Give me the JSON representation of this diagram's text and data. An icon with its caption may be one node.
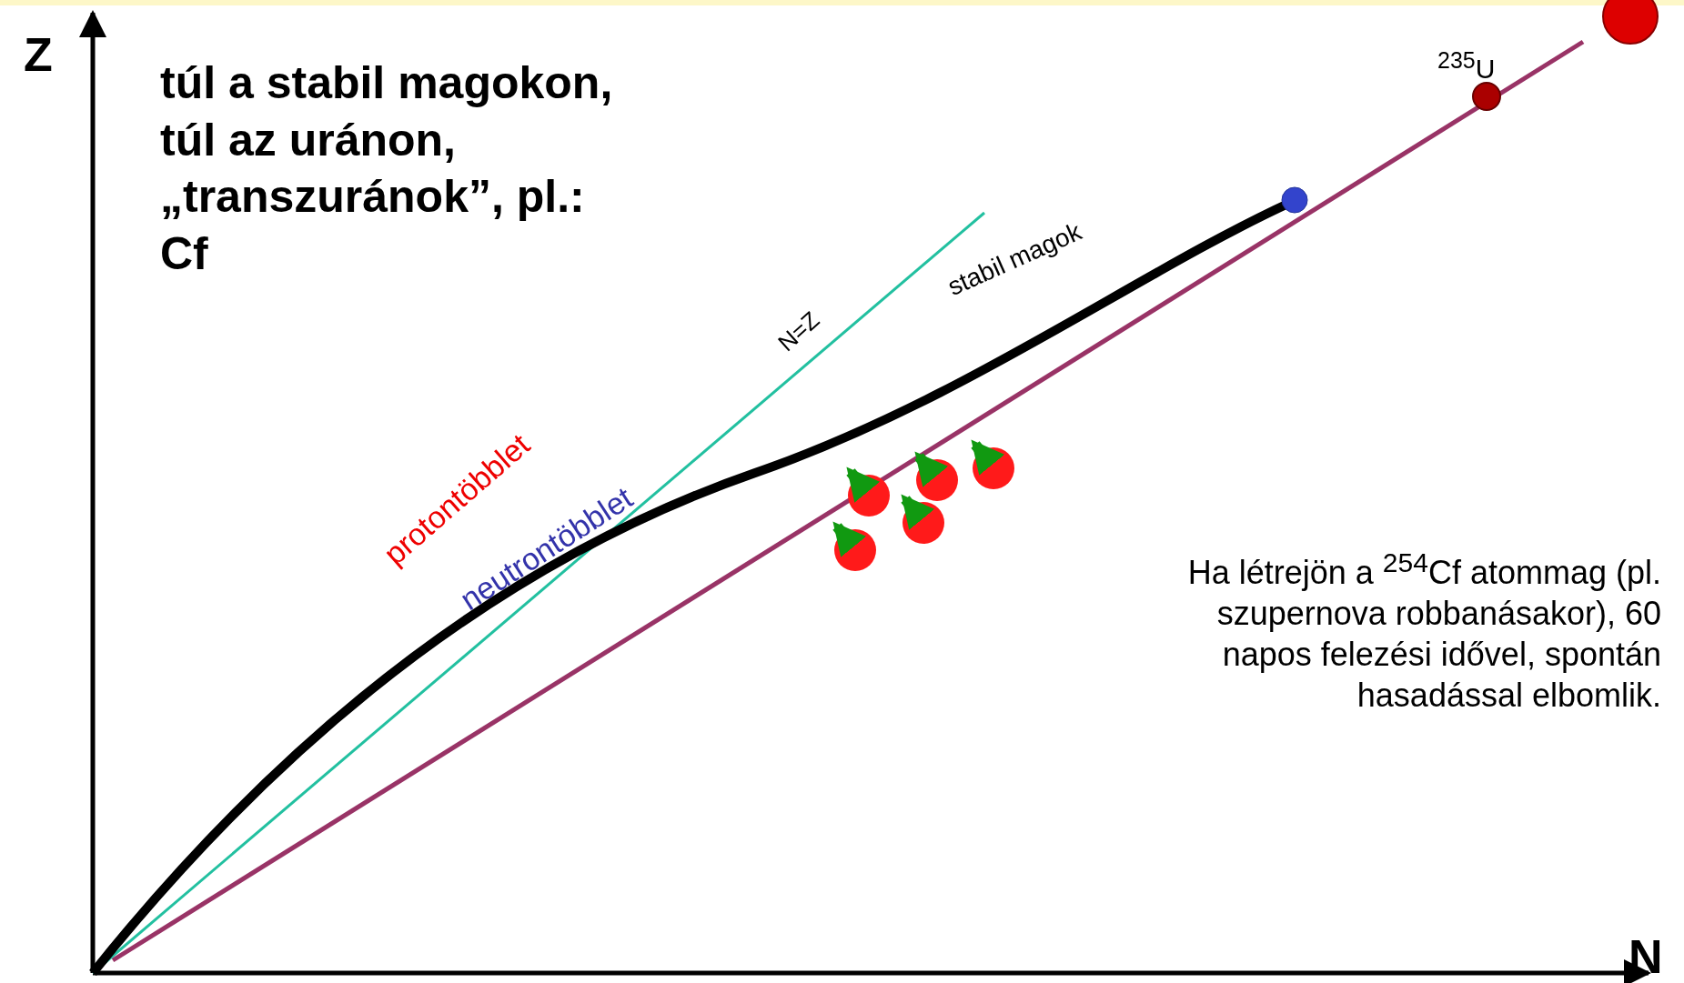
{
  "diagram": {
    "labels": [
      "Z",
      "N",
      "túl a stabil magokon, túl az uránon, „transzuránok”, pl.: Cf",
      "N=Z",
      "stabil magok",
      "protontöbblet",
      "neutrontöbblet",
      "$^{235}$U",
      "Ha létrejön a $^{254}$Cf atommag (pl. szupernova robbanásakor), 60 napos felezési idővel, spontán hasadással elbomlik."
    ]
  }
}
